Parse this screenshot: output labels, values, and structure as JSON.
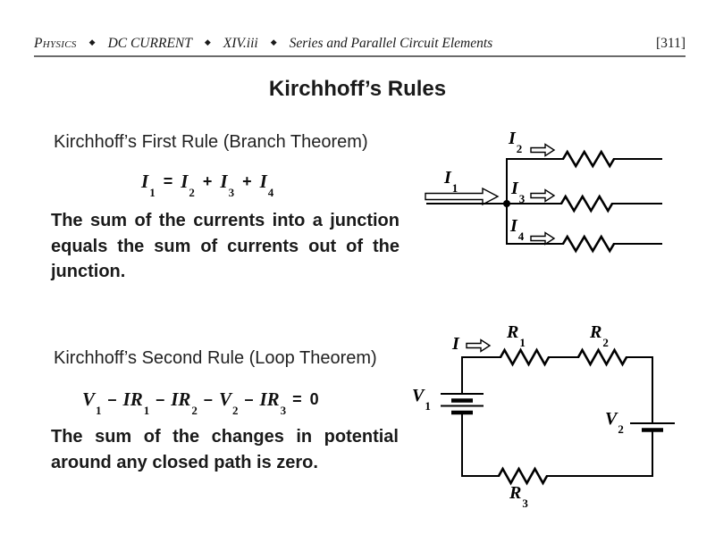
{
  "header": {
    "subject": "Physics",
    "separator": "◆",
    "chapter": "DC CURRENT",
    "section_number": "XIV.iii",
    "section_title": "Series and Parallel Circuit Elements",
    "page_number": "[311]"
  },
  "title": "Kirchhoff’s Rules",
  "rule1": {
    "heading": "Kirchhoff’s First Rule (Branch Theorem)",
    "equation": {
      "lhs": {
        "base": "I",
        "sub": "1"
      },
      "eq": "=",
      "t2": {
        "base": "I",
        "sub": "2"
      },
      "plus1": "+",
      "t3": {
        "base": "I",
        "sub": "3"
      },
      "plus2": "+",
      "t4": {
        "base": "I",
        "sub": "4"
      }
    },
    "body": "The sum of the currents into a junction equals the sum of currents out of the junction."
  },
  "rule2": {
    "heading": "Kirchhoff’s Second Rule (Loop Theorem)",
    "equation": {
      "t1": {
        "base": "V",
        "sub": "1"
      },
      "minus1": "–",
      "t2": {
        "base": "IR",
        "sub": "1"
      },
      "minus2": "–",
      "t3": {
        "base": "IR",
        "sub": "2"
      },
      "minus3": "–",
      "t4": {
        "base": "V",
        "sub": "2"
      },
      "minus4": "–",
      "t5": {
        "base": "IR",
        "sub": "3"
      },
      "eq": "=",
      "zero": "0"
    },
    "body": "The sum of the changes in potential around any closed path is zero."
  },
  "branch_diagram": {
    "labels": {
      "i1": {
        "base": "I",
        "sub": "1"
      },
      "i2": {
        "base": "I",
        "sub": "2"
      },
      "i3": {
        "base": "I",
        "sub": "3"
      },
      "i4": {
        "base": "I",
        "sub": "4"
      }
    }
  },
  "loop_diagram": {
    "labels": {
      "i": {
        "base": "I",
        "sub": ""
      },
      "r1": {
        "base": "R",
        "sub": "1"
      },
      "r2": {
        "base": "R",
        "sub": "2"
      },
      "r3": {
        "base": "R",
        "sub": "3"
      },
      "v1": {
        "base": "V",
        "sub": "1"
      },
      "v2": {
        "base": "V",
        "sub": "2"
      }
    }
  },
  "colors": {
    "ink": "#111111",
    "circuit": "#000000",
    "divider": "#6b6b6b",
    "background": "#ffffff"
  }
}
